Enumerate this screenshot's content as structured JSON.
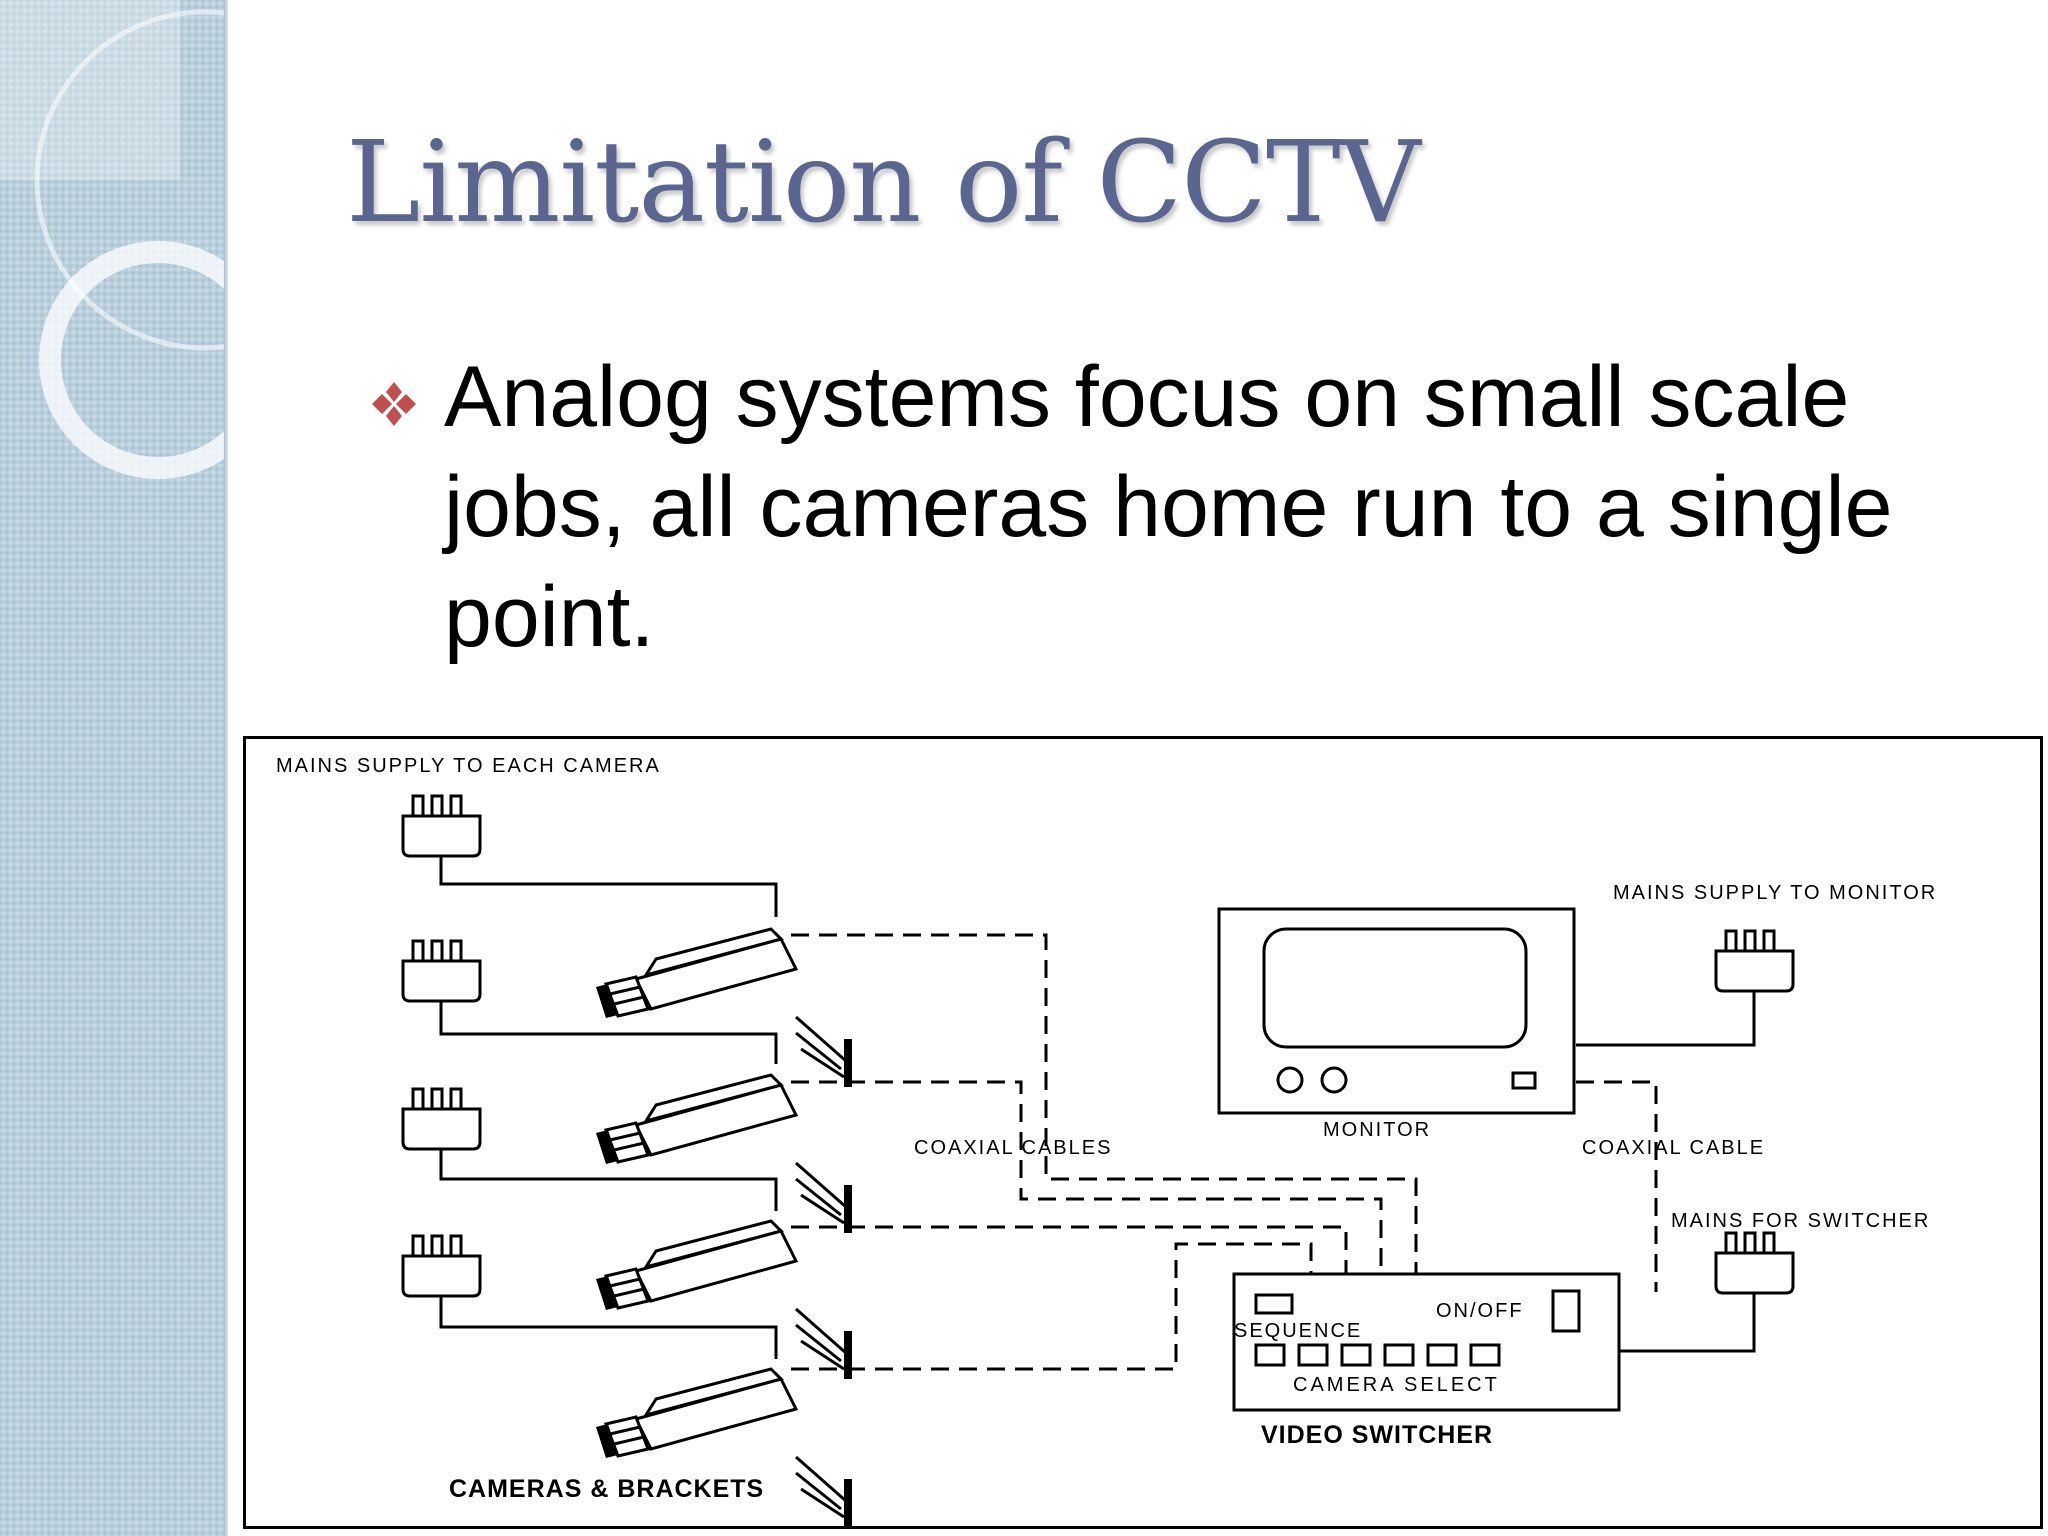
{
  "slide": {
    "title": "Limitation of CCTV",
    "bullet": "Analog systems focus on small scale jobs, all cameras home run to a single point."
  },
  "diagram": {
    "labels": {
      "mains_camera": "MAINS SUPPLY TO EACH CAMERA",
      "mains_monitor": "MAINS SUPPLY TO MONITOR",
      "monitor": "MONITOR",
      "coaxial_cables": "COAXIAL CABLES",
      "coaxial_cable": "COAXIAL CABLE",
      "mains_switcher": "MAINS FOR SWITCHER",
      "sequence": "SEQUENCE",
      "on_off": "ON/OFF",
      "camera_select": "CAMERA SELECT",
      "video_switcher": "VIDEO SWITCHER",
      "cameras_brackets": "CAMERAS & BRACKETS"
    }
  },
  "colors": {
    "title": "#5b6690",
    "bullet_marker": "#c0504d",
    "side_band": "#b9cfdc"
  },
  "icons": {
    "bullet": "diamond-cluster-icon",
    "plug": "plug-icon",
    "camera": "cctv-camera-icon"
  }
}
